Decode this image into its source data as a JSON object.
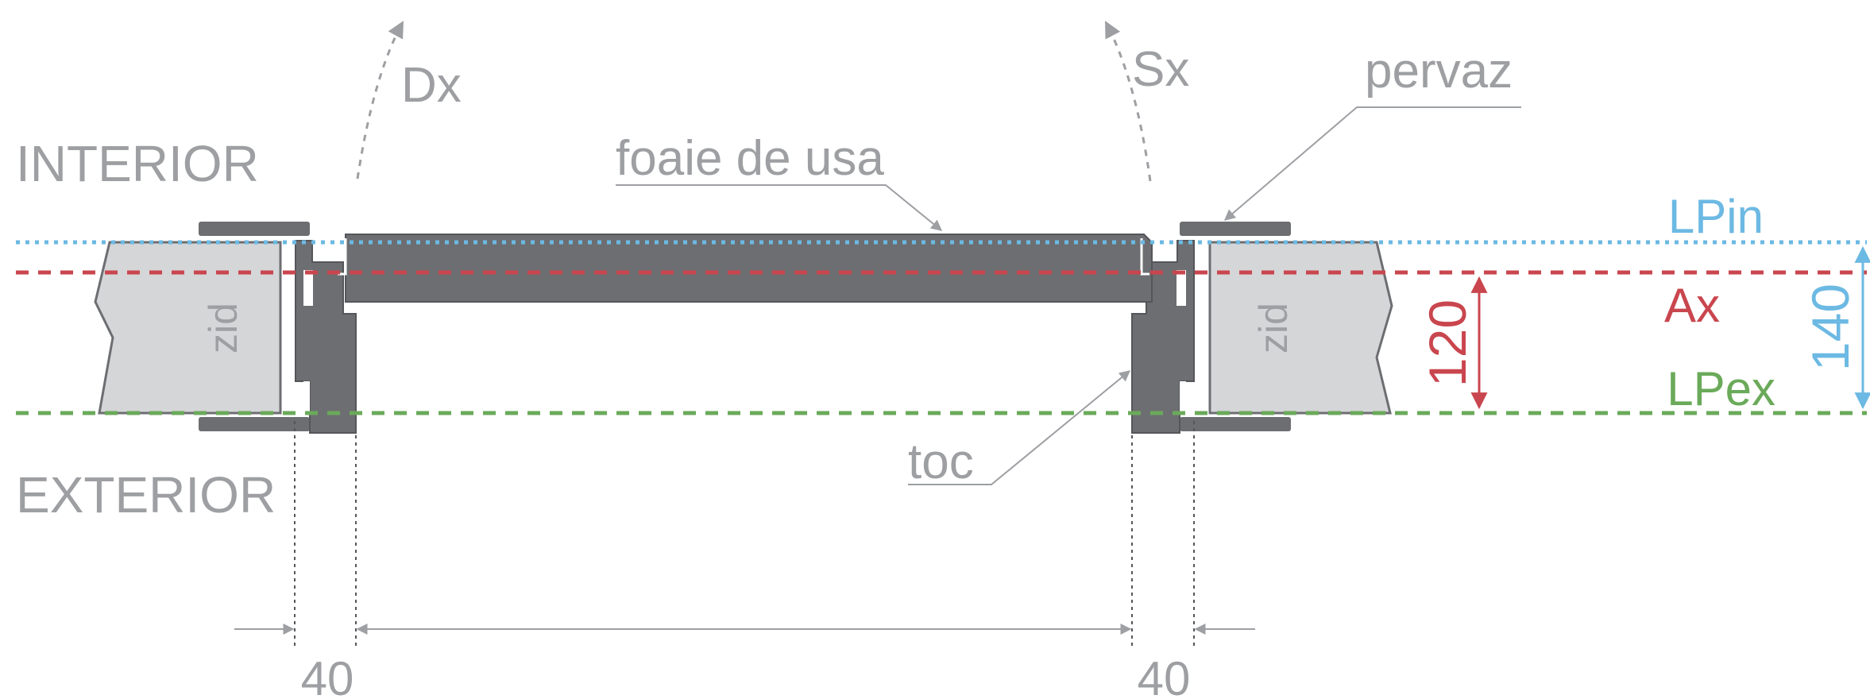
{
  "labels": {
    "interior": "INTERIOR",
    "exterior": "EXTERIOR",
    "opening_right": "Dx",
    "opening_left": "Sx",
    "door_leaf": "foaie de usa",
    "architrave": "pervaz",
    "frame": "toc",
    "wall_left": "zid",
    "wall_right": "zid"
  },
  "lines": {
    "interior_plane": {
      "label": "LPin",
      "color": "#6cb9e3"
    },
    "axis": {
      "label": "Ax",
      "color": "#c9464e"
    },
    "exterior_plane": {
      "label": "LPex",
      "color": "#6aaa5a"
    }
  },
  "dimensions": {
    "axis_to_exterior": "120",
    "interior_to_exterior": "140",
    "frame_left": "40",
    "frame_right": "40"
  },
  "colors": {
    "component": "#6d6e71",
    "wall": "#d5d6d8",
    "text": "#9d9fa2",
    "leader": "#9d9fa2"
  }
}
